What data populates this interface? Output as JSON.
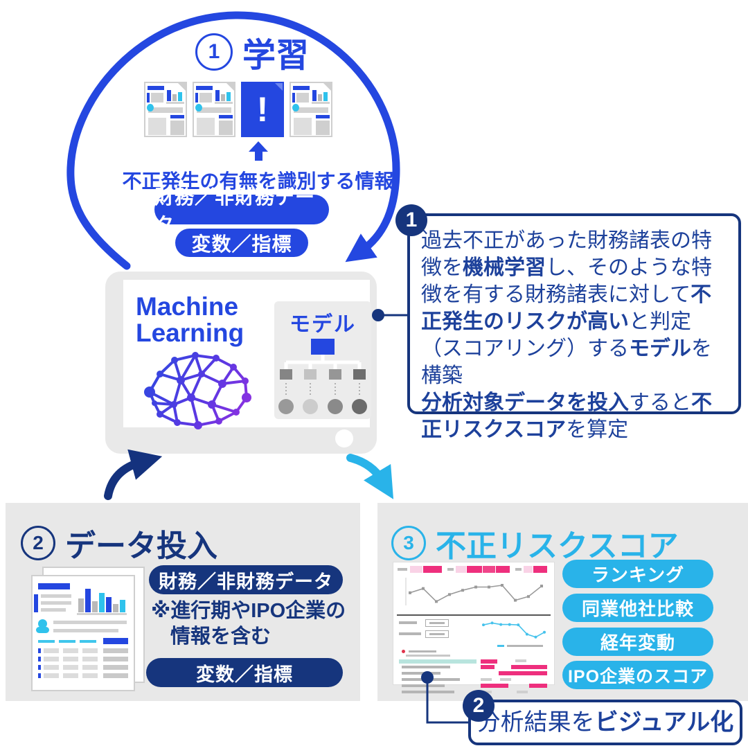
{
  "palette": {
    "royal_blue": "#2447e0",
    "dark_navy": "#16357d",
    "callout_text_navy": "#1d419b",
    "cyan": "#29b3e9",
    "magenta_highlight": "#ee2f7d",
    "light_pink": "#f9d2e6",
    "teal_row_highlight": "#b8e4de",
    "box_gray": "#e8e8e8"
  },
  "learning_circle": {
    "number": "1",
    "title": "学習",
    "alert_mark": "!",
    "caption": "不正発生の有無を識別する情報",
    "pill_top": "財務／非財務データ",
    "pill_bottom": "変数／指標"
  },
  "tablet": {
    "ml_line1": "Machine",
    "ml_line2": "Learning",
    "model_label": "モデル"
  },
  "callout1": {
    "badge": "1",
    "runs": [
      {
        "t": "過去不正があった財務諸表の特徴を"
      },
      {
        "t": "機械学習",
        "b": true
      },
      {
        "t": "し、そのような特徴を有する財務諸表に対して"
      },
      {
        "t": "不正発生のリスクが高い",
        "b": true
      },
      {
        "t": "と判定（スコアリング）する"
      },
      {
        "t": "モデル",
        "b": true
      },
      {
        "t": "を構築"
      },
      {
        "t": "分析対象データを投入",
        "b": true
      },
      {
        "t": "すると"
      },
      {
        "t": "不正リスクスコア",
        "b": true
      },
      {
        "t": "を算定"
      }
    ]
  },
  "data_input_box": {
    "number": "2",
    "title": "データ投入",
    "pill_top": "財務／非財務データ",
    "note_line1": "※進行期やIPO企業の",
    "note_line2": "情報を含む",
    "pill_bottom": "変数／指標"
  },
  "score_box": {
    "number": "3",
    "title": "不正リスクスコア",
    "pills": [
      {
        "label": "ランキング"
      },
      {
        "label": "同業他社比較"
      },
      {
        "label": "経年変動"
      },
      {
        "label": "IPO企業のスコア"
      }
    ]
  },
  "callout2": {
    "badge": "2",
    "text_normal": "分析結果を",
    "text_bold": "ビジュアル化"
  },
  "mini_dashboard": {
    "gray_line": [
      0.45,
      0.62,
      0.1,
      0.38,
      0.55,
      0.68,
      0.68,
      0.75,
      0.15,
      0.3,
      0.72
    ],
    "cyan_line": [
      0.78,
      0.88,
      0.8,
      0.8,
      0.78,
      0.3,
      0.15,
      0.4
    ],
    "gray_color": "#9a9a9a",
    "cyan_color": "#45c2ec"
  }
}
